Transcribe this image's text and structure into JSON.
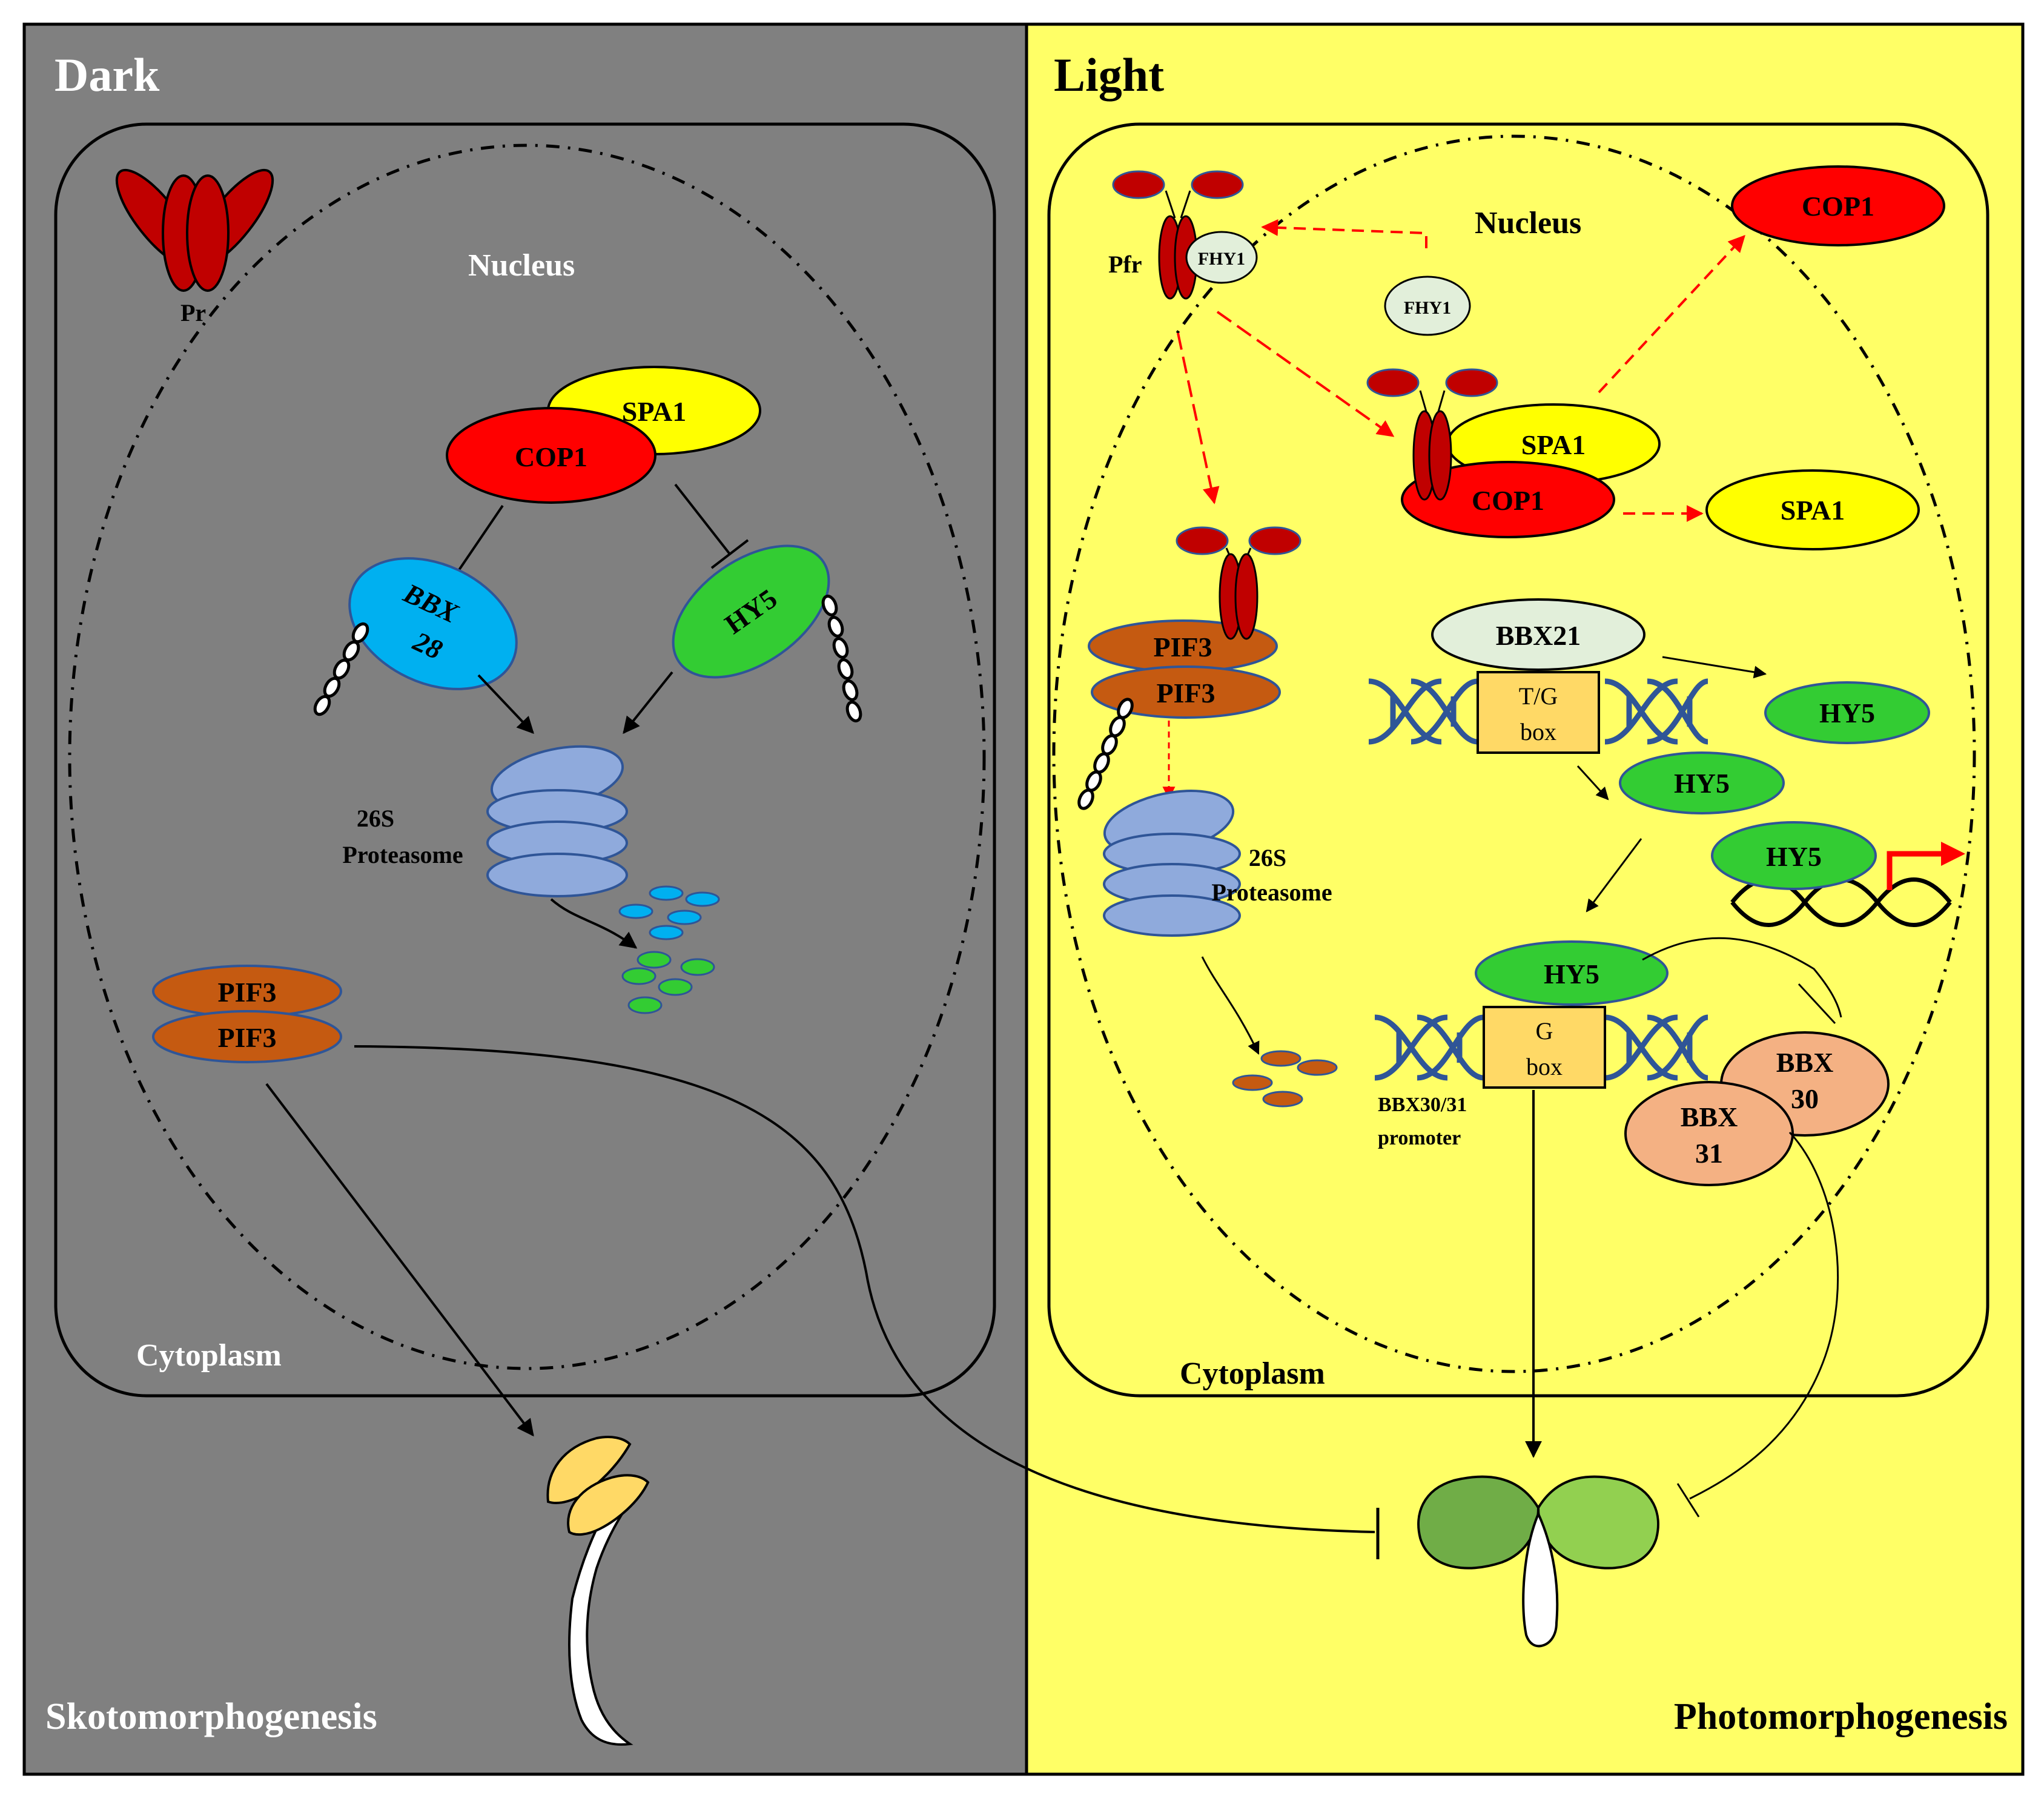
{
  "panels": {
    "dark": {
      "title": "Dark",
      "outcome": "Skotomorphogenesis",
      "nucleus_label": "Nucleus",
      "cytoplasm_label": "Cytoplasm",
      "phytochrome_label": "Pr",
      "proteins": {
        "spa1": "SPA1",
        "cop1": "COP1",
        "bbx28_line1": "BBX",
        "bbx28_line2": "28",
        "hy5": "HY5",
        "pif3_top": "PIF3",
        "pif3_bottom": "PIF3"
      },
      "proteasome_line1": "26S",
      "proteasome_line2": "Proteasome"
    },
    "light": {
      "title": "Light",
      "outcome": "Photomorphogenesis",
      "nucleus_label": "Nucleus",
      "cytoplasm_label": "Cytoplasm",
      "phytochrome_label": "Pfr",
      "proteins": {
        "fhy1_bound": "FHY1",
        "fhy1_free": "FHY1",
        "cop1_free": "COP1",
        "spa1_complex": "SPA1",
        "cop1_complex": "COP1",
        "spa1_free": "SPA1",
        "pif3_top": "PIF3",
        "pif3_bottom": "PIF3",
        "bbx21": "BBX21",
        "hy5_a": "HY5",
        "hy5_b": "HY5",
        "hy5_c": "HY5",
        "hy5_d": "HY5",
        "bbx30_line1": "BBX",
        "bbx30_line2": "30",
        "bbx31_line1": "BBX",
        "bbx31_line2": "31"
      },
      "tg_box_line1": "T/G",
      "tg_box_line2": "box",
      "g_box_line1": "G",
      "g_box_line2": "box",
      "promoter_line1": "BBX30/31",
      "promoter_line2": "promoter",
      "proteasome_line1": "26S",
      "proteasome_line2": "Proteasome"
    }
  },
  "colors": {
    "dark_bg": "#808080",
    "light_bg": "#ffff66",
    "cop1": "#ff0000",
    "spa1": "#ffff00",
    "hy5": "#33cc33",
    "bbx28": "#00b0f0",
    "pif3": "#c55a11",
    "proteasome": "#8faadc",
    "bbx30_31": "#f4b183",
    "bbx21": "#e2efda",
    "box": "#ffd966",
    "phytochrome": "#c00000",
    "dna": "#2f5597",
    "red_arrow": "#ff0000"
  },
  "icons": [
    "phytochrome-dimer-icon",
    "ubiquitin-chain-icon",
    "proteasome-icon",
    "dna-helix-icon",
    "transcription-start-arrow-icon",
    "etiolated-seedling-icon",
    "de-etiolated-seedling-icon"
  ]
}
